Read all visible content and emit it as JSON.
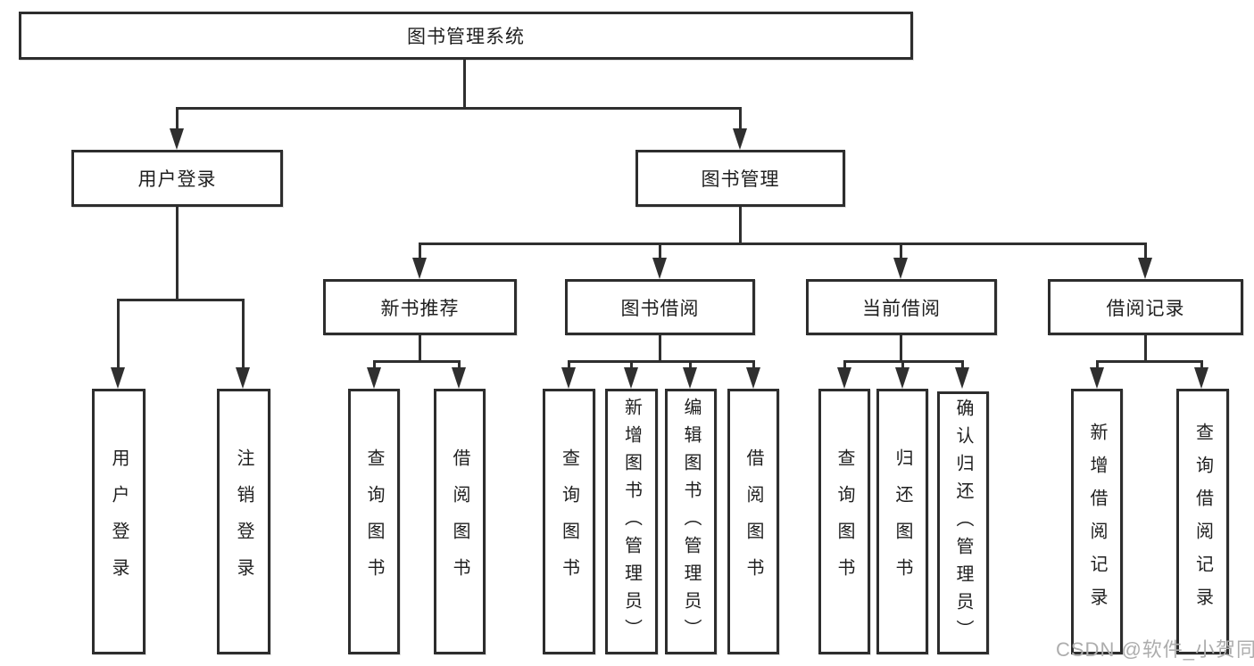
{
  "nodes": {
    "root": "图书管理系统",
    "login": "用户登录",
    "mgmt": "图书管理",
    "recommend": "新书推荐",
    "borrow": "图书借阅",
    "current": "当前借阅",
    "records": "借阅记录",
    "login_user": "用户登录",
    "login_out": "注销登录",
    "rec_query": "查询图书",
    "rec_borrow": "借阅图书",
    "bor_query": "查询图书",
    "bor_add": "新增图书（管理员）",
    "bor_edit": "编辑图书（管理员）",
    "bor_borrow": "借阅图书",
    "cur_query": "查询图书",
    "cur_return": "归还图书",
    "cur_confirm": "确认归还（管理员）",
    "rec2_add": "新增借阅记录",
    "rec2_query": "查询借阅记录"
  },
  "watermark": "CSDN @软件_小贺同学",
  "colors": {
    "line": "#2f2f2f",
    "box_border": "#2d2d2d",
    "text": "#1f1f1f",
    "watermark": "#adadad",
    "background": "#ffffff"
  }
}
